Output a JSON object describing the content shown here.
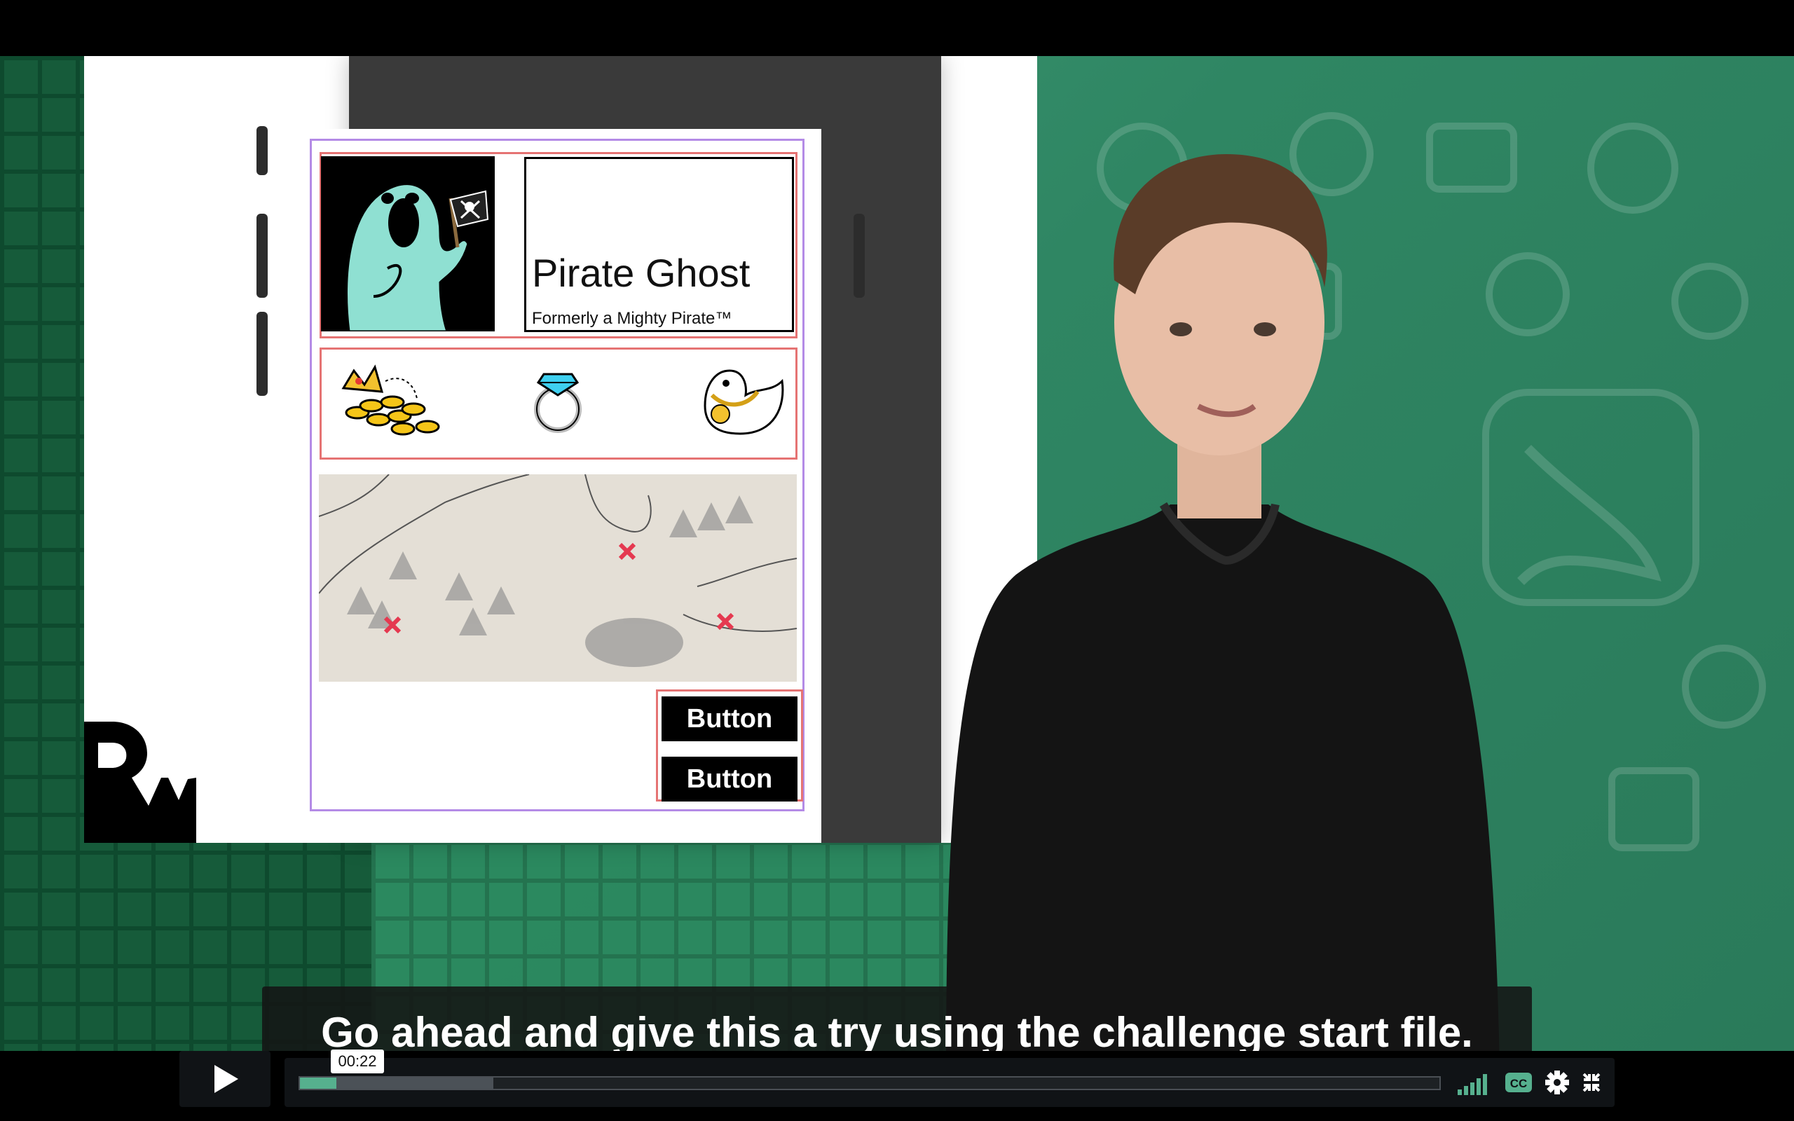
{
  "slide": {
    "card_title": "Pirate Ghost",
    "card_subtitle": "Formerly a Mighty Pirate™",
    "button_1": "Button",
    "button_2": "Button",
    "logo_icon": "raywenderlich-logo-icon",
    "treasure_icons": [
      "treasure-pile-icon",
      "diamond-ring-icon",
      "rubber-duck-chain-icon"
    ]
  },
  "caption": {
    "text": "Go ahead and give this a try using the challenge start file."
  },
  "player": {
    "current_time": "00:22",
    "progress": 0.032,
    "buffered": 0.17,
    "icons": {
      "play": "play-icon",
      "volume": "volume-bars-icon",
      "captions": "closed-captions-icon",
      "settings": "gear-icon",
      "fullscreen": "exit-fullscreen-icon"
    }
  },
  "colors": {
    "accent": "#56b08e",
    "stage_green": "#2f8663",
    "outline_purple": "#b48be6",
    "outline_red": "#e57373"
  }
}
